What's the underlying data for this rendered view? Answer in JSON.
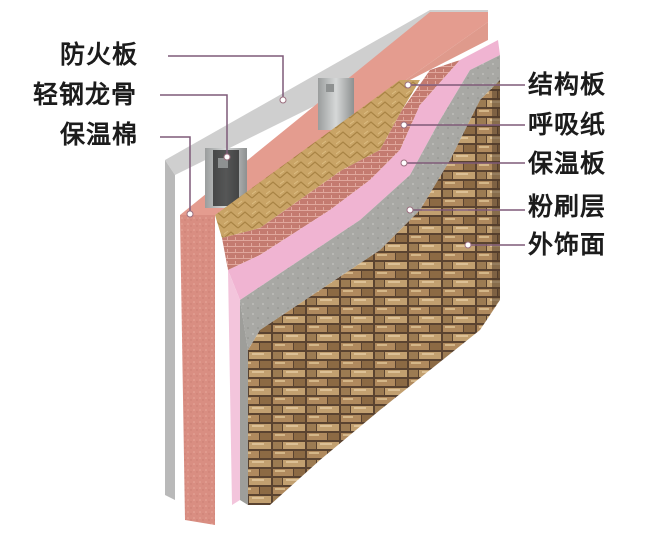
{
  "colors": {
    "leader_line": "#7f5a78",
    "dot": "#ffffff",
    "label_text": "#1c1c1c",
    "fire_board_face": "#d98e82",
    "mineral_wool": "#c9a466",
    "breather_membrane": "#c47b70",
    "insulation_board": "#f0b4d2",
    "render_coat": "#a8a8a4",
    "stone_cladding": "#8a6a48",
    "steel_stud": "#bcbfbf"
  },
  "labels": {
    "left": [
      {
        "id": "fire-board",
        "text": "防火板"
      },
      {
        "id": "steel-stud",
        "text": "轻钢龙骨"
      },
      {
        "id": "mineral-wool",
        "text": "保温棉"
      }
    ],
    "right": [
      {
        "id": "structural-board",
        "text": "结构板"
      },
      {
        "id": "breather-membrane",
        "text": "呼吸纸"
      },
      {
        "id": "insulation-board",
        "text": "保温板"
      },
      {
        "id": "render-coat",
        "text": "粉刷层"
      },
      {
        "id": "decorative-finish",
        "text": "外饰面"
      }
    ]
  }
}
